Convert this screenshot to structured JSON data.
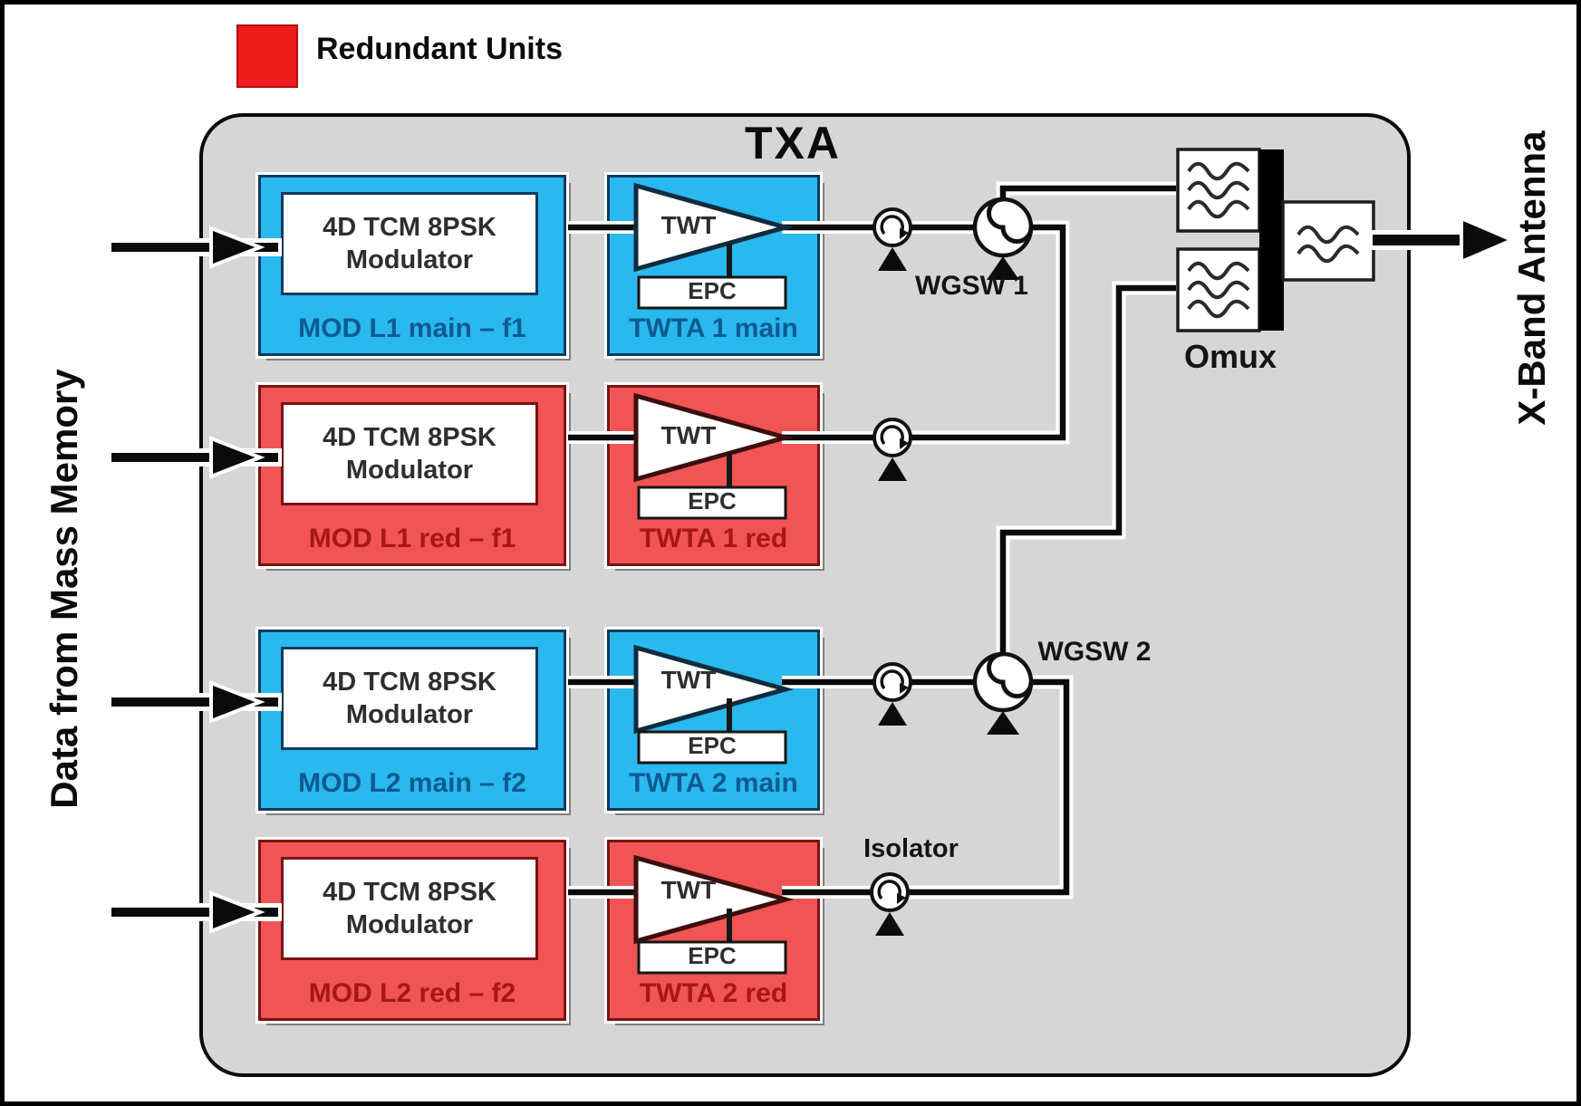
{
  "legend": {
    "label": "Redundant Units",
    "swatch_color": "#ed1c1c"
  },
  "side_labels": {
    "left": "Data from Mass Memory",
    "right": "X-Band Antenna"
  },
  "assembly_title": "TXA",
  "rows": [
    {
      "variant": "main",
      "mod_line1": "4D TCM 8PSK",
      "mod_line2": "Modulator",
      "mod_label": "MOD L1 main – f1",
      "amp": "TWT",
      "psu": "EPC",
      "twta_label": "TWTA 1 main"
    },
    {
      "variant": "redundant",
      "mod_line1": "4D TCM 8PSK",
      "mod_line2": "Modulator",
      "mod_label": "MOD L1 red – f1",
      "amp": "TWT",
      "psu": "EPC",
      "twta_label": "TWTA 1 red"
    },
    {
      "variant": "main",
      "mod_line1": "4D TCM 8PSK",
      "mod_line2": "Modulator",
      "mod_label": "MOD L2 main – f2",
      "amp": "TWT",
      "psu": "EPC",
      "twta_label": "TWTA 2 main"
    },
    {
      "variant": "redundant",
      "mod_line1": "4D TCM 8PSK",
      "mod_line2": "Modulator",
      "mod_label": "MOD L2 red – f2",
      "amp": "TWT",
      "psu": "EPC",
      "twta_label": "TWTA 2 red"
    }
  ],
  "switch_labels": {
    "wgsw1": "WGSW 1",
    "wgsw2": "WGSW 2"
  },
  "isolator_label": "Isolator",
  "omux_label": "Omux",
  "colors": {
    "main_unit_fill": "#29b9ee",
    "main_unit_border": "#0d3b5e",
    "redundant_unit_fill": "#f05454",
    "redundant_unit_border": "#7a1212",
    "legend_red": "#ed1c1c",
    "assembly_fill": "#d6d6d6",
    "line_black": "#0b0b0b"
  },
  "icons": {
    "isolator": "circle-with-circulator-arrow-and-pedestal",
    "waveguide_switch": "circle-with-s-curve-and-pedestal",
    "filter": "box-with-wavy-lines",
    "omux_manifold": "solid-black-bar",
    "arrow": "thick-black-arrow"
  }
}
